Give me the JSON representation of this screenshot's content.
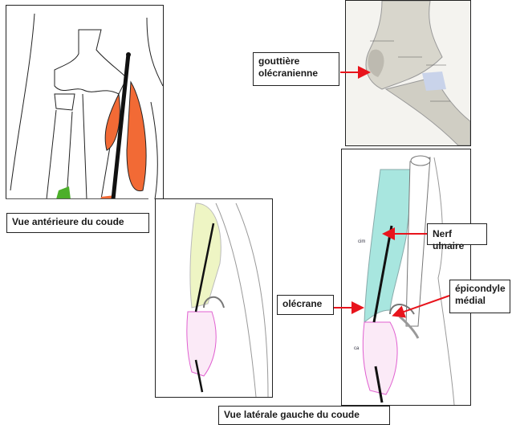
{
  "labels": {
    "anterior_view": "Vue antérieure du coude",
    "lateral_view": "Vue latérale gauche du coude",
    "olecranon_groove": "gouttière olécranienne",
    "ulnar_nerve": "Nerf ulnaire",
    "medial_epicondyle": "épicondyle médial",
    "olecranon": "olécrane",
    "cim": "cim",
    "ca": "ca"
  },
  "colors": {
    "arrow": "#e8141c",
    "muscle": "#f26a35",
    "cyan": "#a8e6df",
    "pink": "#e060d0",
    "green": "#4caf2a"
  }
}
